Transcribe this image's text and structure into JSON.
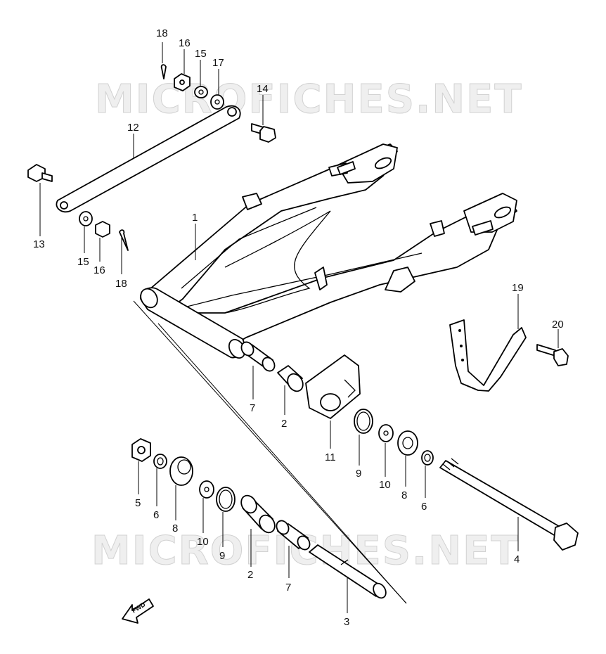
{
  "watermark": "MICROFICHES.NET",
  "fwd_label": "FWD",
  "callouts": [
    {
      "id": "c18a",
      "label": "18"
    },
    {
      "id": "c16a",
      "label": "16"
    },
    {
      "id": "c15a",
      "label": "15"
    },
    {
      "id": "c17",
      "label": "17"
    },
    {
      "id": "c14",
      "label": "14"
    },
    {
      "id": "c12",
      "label": "12"
    },
    {
      "id": "c13",
      "label": "13"
    },
    {
      "id": "c15b",
      "label": "15"
    },
    {
      "id": "c16b",
      "label": "16"
    },
    {
      "id": "c18b",
      "label": "18"
    },
    {
      "id": "c1",
      "label": "1"
    },
    {
      "id": "c19",
      "label": "19"
    },
    {
      "id": "c20",
      "label": "20"
    },
    {
      "id": "c7a",
      "label": "7"
    },
    {
      "id": "c2a",
      "label": "2"
    },
    {
      "id": "c11",
      "label": "11"
    },
    {
      "id": "c9a",
      "label": "9"
    },
    {
      "id": "c10a",
      "label": "10"
    },
    {
      "id": "c8a",
      "label": "8"
    },
    {
      "id": "c6a",
      "label": "6"
    },
    {
      "id": "c5",
      "label": "5"
    },
    {
      "id": "c6b",
      "label": "6"
    },
    {
      "id": "c8b",
      "label": "8"
    },
    {
      "id": "c10b",
      "label": "10"
    },
    {
      "id": "c9b",
      "label": "9"
    },
    {
      "id": "c2b",
      "label": "2"
    },
    {
      "id": "c7b",
      "label": "7"
    },
    {
      "id": "c4",
      "label": "4"
    },
    {
      "id": "c3",
      "label": "3"
    }
  ]
}
